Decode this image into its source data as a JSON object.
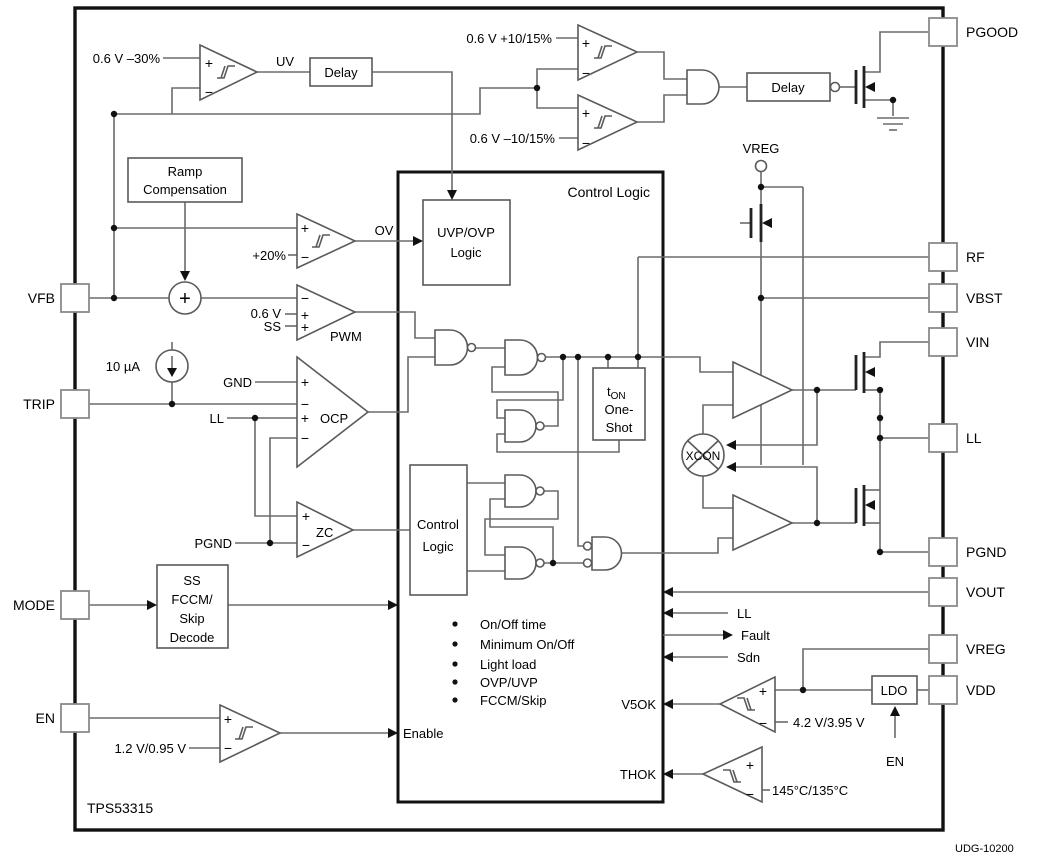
{
  "footer": {
    "part": "TPS53315",
    "code": "UDG-10200"
  },
  "signs": {
    "plus": "+",
    "minus": "−"
  },
  "pins": {
    "left": [
      {
        "label": "VFB"
      },
      {
        "label": "TRIP"
      },
      {
        "label": "MODE"
      },
      {
        "label": "EN"
      }
    ],
    "right": [
      {
        "label": "PGOOD"
      },
      {
        "label": "RF"
      },
      {
        "label": "VBST"
      },
      {
        "label": "VIN"
      },
      {
        "label": "LL"
      },
      {
        "label": "PGND"
      },
      {
        "label": "VOUT"
      },
      {
        "label": "VREG"
      },
      {
        "label": "VDD"
      }
    ]
  },
  "thresholds": {
    "uv": "0.6 V –30%",
    "ovp": "0.6 V +10/15%",
    "uvp": "0.6 V –10/15%",
    "ov": "+20%",
    "vref": "0.6 V",
    "ss": "SS",
    "enable": "1.2 V/0.95 V",
    "v5ok": "4.2 V/3.95 V",
    "thok": "145°C/135°C",
    "trip": "10 µA"
  },
  "signals": {
    "uv": "UV",
    "ov": "OV",
    "pwm": "PWM",
    "ocp": "OCP",
    "zc": "ZC",
    "gnd": "GND",
    "ll": "LL",
    "pgnd": "PGND",
    "enable": "Enable",
    "v5ok": "V5OK",
    "thok": "THOK",
    "ll_in": "LL",
    "fault": "Fault",
    "sdn": "Sdn",
    "vreg": "VREG",
    "en": "EN",
    "xcon": "XCON"
  },
  "blocks": {
    "delay_uv": "Delay",
    "delay_pgood": "Delay",
    "ramp": {
      "line1": "Ramp",
      "line2": "Compensation"
    },
    "decode": {
      "line1": "SS",
      "line2": "FCCM/",
      "line3": "Skip",
      "line4": "Decode"
    },
    "uvp_ovp": {
      "line1": "UVP/OVP",
      "line2": "Logic"
    },
    "ton": {
      "t": "t",
      "sub": "ON",
      "line2": "One-",
      "line3": "Shot"
    },
    "inner": {
      "line1": "Control",
      "line2": "Logic"
    },
    "control_logic": "Control Logic",
    "ldo": "LDO"
  },
  "bullets": [
    "On/Off time",
    "Minimum On/Off",
    "Light load",
    "OVP/UVP",
    "FCCM/Skip"
  ]
}
